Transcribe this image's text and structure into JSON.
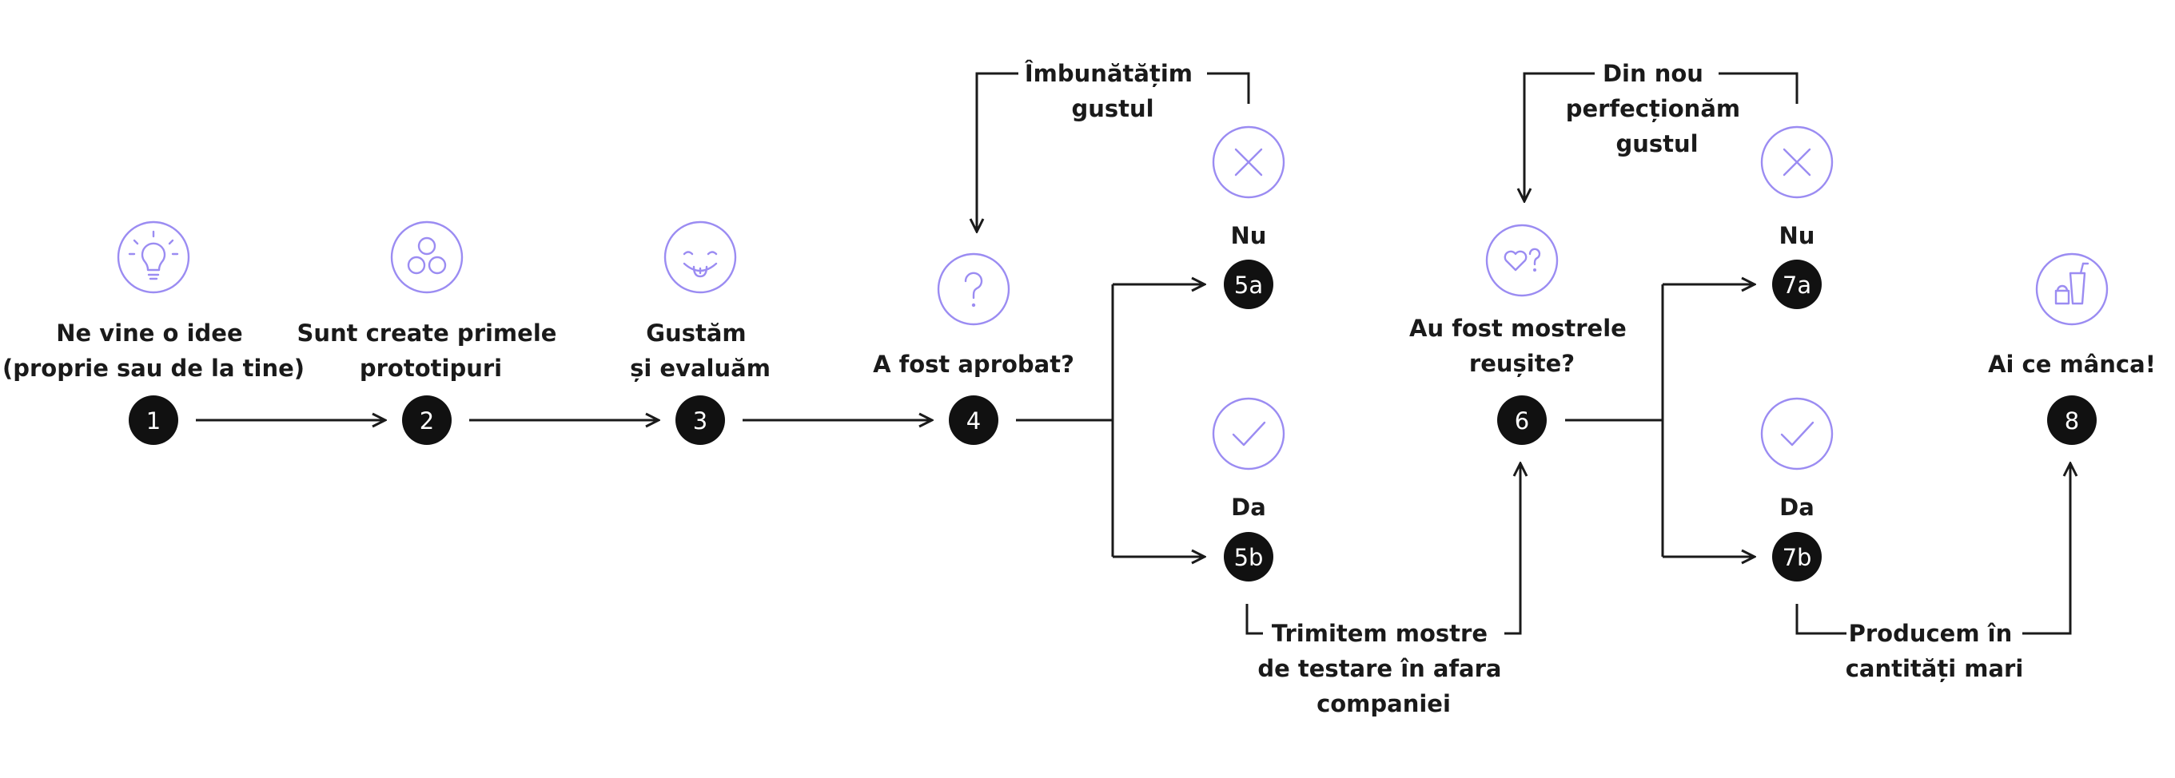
{
  "steps": {
    "s1": {
      "number": "1",
      "label_lines": [
        "Ne vine o idee",
        "(proprie sau de la tine)"
      ],
      "icon": "lightbulb-icon"
    },
    "s2": {
      "number": "2",
      "label_lines": [
        "Sunt create primele",
        "prototipuri"
      ],
      "icon": "circles-icon"
    },
    "s3": {
      "number": "3",
      "label_lines": [
        "Gustăm",
        "și evaluăm"
      ],
      "icon": "tasting-face-icon"
    },
    "s4": {
      "number": "4",
      "label_lines": [
        "A fost aprobat?"
      ],
      "icon": "question-icon"
    },
    "s5a": {
      "number": "5a",
      "label_lines": [
        "Nu"
      ],
      "icon": "cross-icon"
    },
    "s5b": {
      "number": "5b",
      "label_lines": [
        "Da"
      ],
      "icon": "check-icon"
    },
    "s6": {
      "number": "6",
      "label_lines": [
        "Au fost mostrele",
        "reușite?"
      ],
      "icon": "heart-question-icon"
    },
    "s7a": {
      "number": "7a",
      "label_lines": [
        "Nu"
      ],
      "icon": "cross-icon"
    },
    "s7b": {
      "number": "7b",
      "label_lines": [
        "Da"
      ],
      "icon": "check-icon"
    },
    "s8": {
      "number": "8",
      "label_lines": [
        "Ai ce mânca!"
      ],
      "icon": "food-drink-icon"
    }
  },
  "loops": {
    "improve": [
      "Îmbunătățim",
      "gustul"
    ],
    "perfect": [
      "Din nou",
      "perfecționăm",
      "gustul"
    ],
    "send_samples": [
      "Trimitem mostre",
      "de testare în afara",
      "companiei"
    ],
    "produce": [
      "Producem în",
      "cantități mari"
    ]
  },
  "colors": {
    "icon_stroke": "#9b8cf2",
    "badge": "#111111",
    "text": "#1a1a1a",
    "background": "#ffffff"
  }
}
